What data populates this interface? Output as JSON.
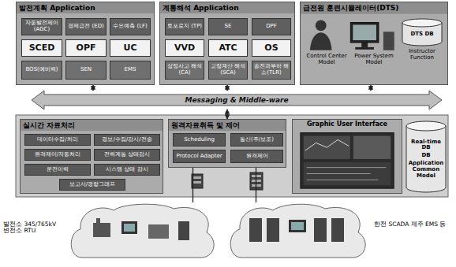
{
  "diagram": {
    "nodes": [
      {
        "text": [
          "발전계획 Application"
        ]
      },
      {
        "text": [
          "자동발전제어 (AGC)"
        ],
        "in": 0
      },
      {
        "text": [
          "경제급전 (ED)"
        ],
        "in": 0
      },
      {
        "text": [
          "수요예측 (LF)"
        ],
        "in": 0
      },
      {
        "text": [
          "SCED"
        ],
        "in": 0
      },
      {
        "text": [
          "OPF"
        ],
        "in": 0
      },
      {
        "text": [
          "UC"
        ],
        "in": 0
      },
      {
        "text": [
          "BOS(예비력)"
        ],
        "in": 0
      },
      {
        "text": [
          "SEN"
        ],
        "in": 0
      },
      {
        "text": [
          "EMS"
        ],
        "in": 0
      },
      {
        "text": [
          "계통해석 Application"
        ]
      },
      {
        "text": [
          "토포로지 (TP)"
        ],
        "in": 10
      },
      {
        "text": [
          "SE"
        ],
        "in": 10
      },
      {
        "text": [
          "DPF"
        ],
        "in": 10
      },
      {
        "text": [
          "VVD"
        ],
        "in": 10
      },
      {
        "text": [
          "ATC"
        ],
        "in": 10
      },
      {
        "text": [
          "OS"
        ],
        "in": 10
      },
      {
        "text": [
          "상정사고 해석(CA)"
        ],
        "in": 10
      },
      {
        "text": [
          "고장계산 해석(SCA)"
        ],
        "in": 10
      },
      {
        "text": [
          "송전과부하 해소(TLR)"
        ],
        "in": 10
      },
      {
        "text": [
          "급전원 훈련시뮬레이터(DTS)"
        ]
      },
      {
        "text": [
          "DTS DB"
        ],
        "in": 20
      },
      {
        "text": [
          "Messaging & Middle-ware"
        ]
      },
      {
        "text": [
          "실시간 자료처리"
        ]
      },
      {
        "text": [
          "데이터수집/처리"
        ],
        "in": 23
      },
      {
        "text": [
          "경보/수집/감시/전송"
        ],
        "in": 23
      },
      {
        "text": [
          "원격제어/자동처리"
        ],
        "in": 23
      },
      {
        "text": [
          "전력계통 상태감시"
        ],
        "in": 23
      },
      {
        "text": [
          "운전이력"
        ],
        "in": 23
      },
      {
        "text": [
          "시스템 상태 감시"
        ],
        "in": 23
      },
      {
        "text": [
          "보고서/경향그래프"
        ],
        "in": 23
      },
      {
        "text": [
          "원격자료취득 및 제어"
        ]
      },
      {
        "text": [
          "Scheduling"
        ],
        "in": 31
      },
      {
        "text": [
          "통신(주/보조)"
        ],
        "in": 31
      },
      {
        "text": [
          "Protocol Adapter"
        ],
        "in": 31
      },
      {
        "text": [
          "원격제어"
        ],
        "in": 31
      },
      {
        "text": [
          "Graphic User Interface"
        ]
      },
      {
        "text": [
          "Real-time DB",
          "DB",
          "Application Common Model"
        ]
      },
      {
        "text": [
          "발전소 345/765kV 변전소 RTU"
        ]
      },
      {
        "text": [
          "한전 SCADA 제주 EMS 등"
        ]
      }
    ],
    "edges": [
      {
        "from": 0,
        "to": 22,
        "arrow": "both"
      },
      {
        "from": 10,
        "to": 22,
        "arrow": "both"
      },
      {
        "from": 20,
        "to": 22,
        "arrow": "both"
      },
      {
        "from": 22,
        "to": 31,
        "arrow": "both"
      },
      {
        "from": 31,
        "to": 38,
        "arrow": "none"
      },
      {
        "from": 31,
        "to": 39,
        "arrow": "none"
      }
    ],
    "labels": [
      "Control Center Model",
      "Power System Model",
      "Instructor Function"
    ]
  }
}
